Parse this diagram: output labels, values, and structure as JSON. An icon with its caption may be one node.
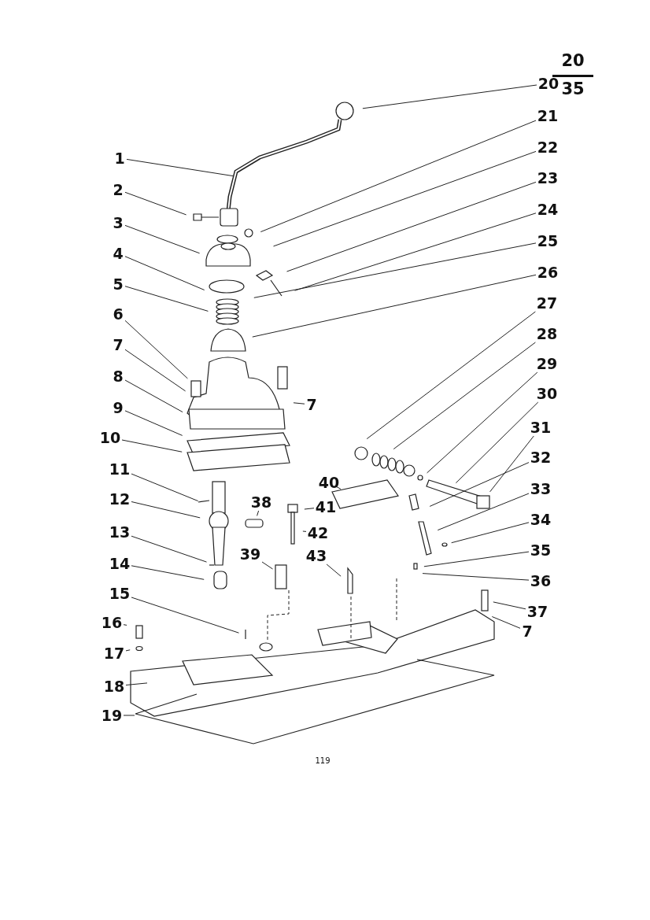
{
  "diagram": {
    "nodes": [
      {
        "text": [
          "1"
        ]
      },
      {
        "text": [
          "2"
        ]
      },
      {
        "text": [
          "3"
        ]
      },
      {
        "text": [
          "4"
        ]
      },
      {
        "text": [
          "5"
        ]
      },
      {
        "text": [
          "6"
        ]
      },
      {
        "text": [
          "7"
        ]
      },
      {
        "text": [
          "8"
        ]
      },
      {
        "text": [
          "9"
        ]
      },
      {
        "text": [
          "10"
        ]
      },
      {
        "text": [
          "11"
        ]
      },
      {
        "text": [
          "12"
        ]
      },
      {
        "text": [
          "13"
        ]
      },
      {
        "text": [
          "14"
        ]
      },
      {
        "text": [
          "15"
        ]
      },
      {
        "text": [
          "16"
        ]
      },
      {
        "text": [
          "17"
        ]
      },
      {
        "text": [
          "18"
        ]
      },
      {
        "text": [
          "19"
        ]
      },
      {
        "text": [
          "20"
        ]
      },
      {
        "text": [
          "21"
        ]
      },
      {
        "text": [
          "22"
        ]
      },
      {
        "text": [
          "23"
        ]
      },
      {
        "text": [
          "24"
        ]
      },
      {
        "text": [
          "25"
        ]
      },
      {
        "text": [
          "26"
        ]
      },
      {
        "text": [
          "27"
        ]
      },
      {
        "text": [
          "28"
        ]
      },
      {
        "text": [
          "29"
        ]
      },
      {
        "text": [
          "30"
        ]
      },
      {
        "text": [
          "31"
        ]
      },
      {
        "text": [
          "32"
        ]
      },
      {
        "text": [
          "33"
        ]
      },
      {
        "text": [
          "34"
        ]
      },
      {
        "text": [
          "35"
        ]
      },
      {
        "text": [
          "36"
        ]
      },
      {
        "text": [
          "37"
        ]
      },
      {
        "text": [
          "7"
        ]
      },
      {
        "text": [
          "7"
        ]
      },
      {
        "text": [
          "38"
        ]
      },
      {
        "text": [
          "39"
        ]
      },
      {
        "text": [
          "40"
        ]
      },
      {
        "text": [
          "41"
        ]
      },
      {
        "text": [
          "42"
        ]
      },
      {
        "text": [
          "43"
        ]
      }
    ],
    "edges": [
      {
        "from": 0,
        "to": null,
        "arrow": "none"
      },
      {
        "from": 1,
        "to": null,
        "arrow": "none"
      },
      {
        "from": 2,
        "to": null,
        "arrow": "none"
      },
      {
        "from": 3,
        "to": null,
        "arrow": "none"
      },
      {
        "from": 4,
        "to": null,
        "arrow": "none"
      },
      {
        "from": 5,
        "to": null,
        "arrow": "none"
      },
      {
        "from": 6,
        "to": null,
        "arrow": "none"
      },
      {
        "from": 7,
        "to": null,
        "arrow": "none"
      },
      {
        "from": 8,
        "to": null,
        "arrow": "none"
      },
      {
        "from": 9,
        "to": null,
        "arrow": "none"
      },
      {
        "from": 10,
        "to": null,
        "arrow": "none"
      },
      {
        "from": 11,
        "to": null,
        "arrow": "none"
      },
      {
        "from": 12,
        "to": null,
        "arrow": "none"
      },
      {
        "from": 13,
        "to": null,
        "arrow": "none"
      },
      {
        "from": 14,
        "to": null,
        "arrow": "none"
      },
      {
        "from": 15,
        "to": null,
        "arrow": "none"
      },
      {
        "from": 16,
        "to": null,
        "arrow": "none"
      },
      {
        "from": 17,
        "to": null,
        "arrow": "none"
      },
      {
        "from": 18,
        "to": null,
        "arrow": "none"
      },
      {
        "from": 19,
        "to": null,
        "arrow": "none"
      },
      {
        "from": 20,
        "to": null,
        "arrow": "none"
      },
      {
        "from": 21,
        "to": null,
        "arrow": "none"
      },
      {
        "from": 22,
        "to": null,
        "arrow": "none"
      },
      {
        "from": 23,
        "to": null,
        "arrow": "none"
      },
      {
        "from": 24,
        "to": null,
        "arrow": "none"
      },
      {
        "from": 25,
        "to": null,
        "arrow": "none"
      },
      {
        "from": 26,
        "to": null,
        "arrow": "none"
      },
      {
        "from": 27,
        "to": null,
        "arrow": "none"
      },
      {
        "from": 28,
        "to": null,
        "arrow": "none"
      },
      {
        "from": 29,
        "to": null,
        "arrow": "none"
      },
      {
        "from": 30,
        "to": null,
        "arrow": "none"
      },
      {
        "from": 31,
        "to": null,
        "arrow": "none"
      },
      {
        "from": 32,
        "to": null,
        "arrow": "none"
      },
      {
        "from": 33,
        "to": null,
        "arrow": "none"
      },
      {
        "from": 34,
        "to": null,
        "arrow": "none"
      },
      {
        "from": 35,
        "to": null,
        "arrow": "none"
      },
      {
        "from": 36,
        "to": null,
        "arrow": "none"
      },
      {
        "from": 37,
        "to": null,
        "arrow": "none"
      },
      {
        "from": 38,
        "to": null,
        "arrow": "none"
      },
      {
        "from": 39,
        "to": null,
        "arrow": "none"
      },
      {
        "from": 40,
        "to": null,
        "arrow": "none"
      },
      {
        "from": 41,
        "to": null,
        "arrow": "none"
      },
      {
        "from": 42,
        "to": null,
        "arrow": "none"
      },
      {
        "from": 43,
        "to": null,
        "arrow": "none"
      },
      {
        "from": 44,
        "to": null,
        "arrow": "none"
      }
    ],
    "labels": [
      "20",
      "35",
      "119"
    ]
  }
}
